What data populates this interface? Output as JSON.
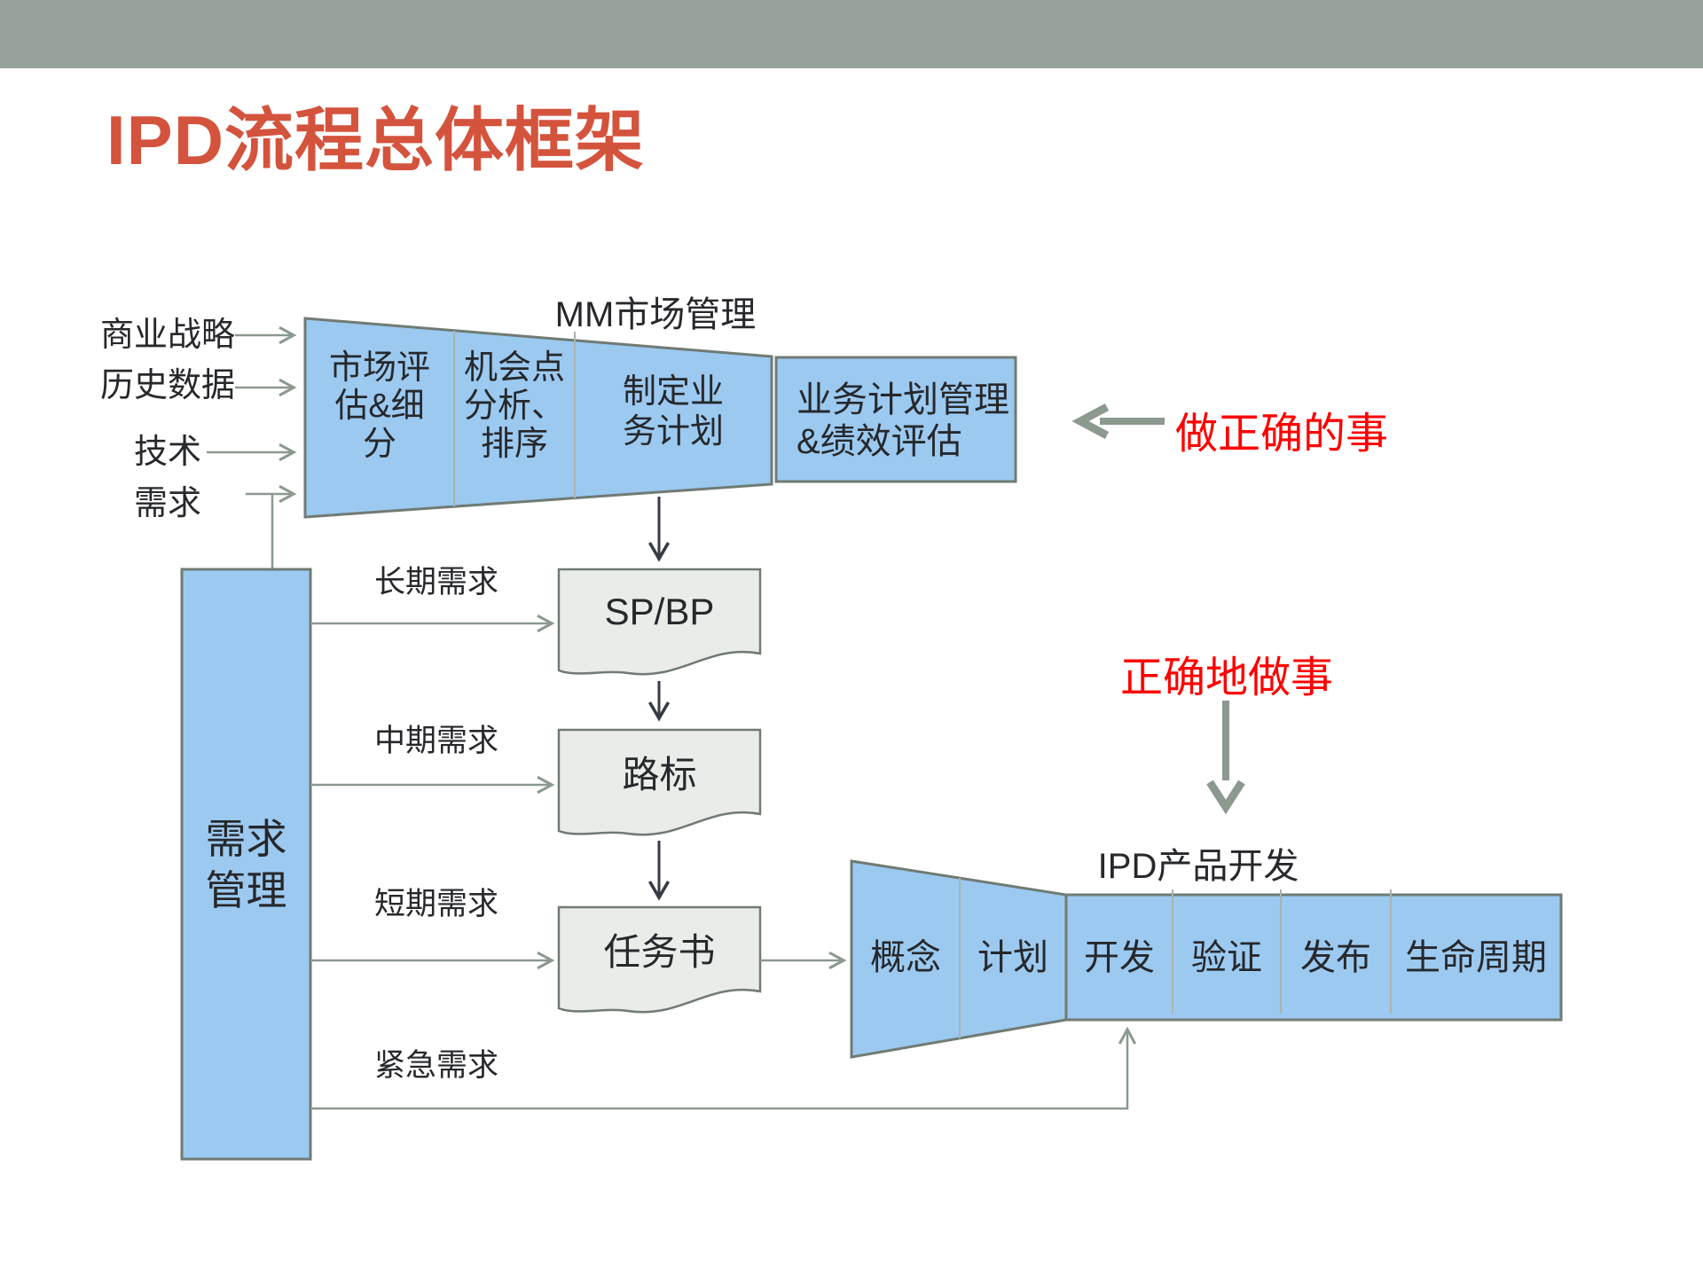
{
  "slide_title": "IPD流程总体框架",
  "colors": {
    "top_bar": "#96A39B",
    "title_text": "#D4533C",
    "shape_fill": "#9CC9F0",
    "shape_border": "#6F7B73",
    "doc_fill": "#EAECE9",
    "divider_line": "#A9B4AC",
    "connector_gray": "#8B998F",
    "arrow_dark": "#363B45",
    "label_text": "#26282B",
    "annotation_red": "#FF0000"
  },
  "inputs": [
    {
      "label": "商业战略"
    },
    {
      "label": "历史数据"
    },
    {
      "label": "技术"
    },
    {
      "label": "需求"
    }
  ],
  "market_management": {
    "title": "MM市场管理",
    "funnel_segments": [
      {
        "lines": [
          "市场评",
          "估&细",
          "分"
        ]
      },
      {
        "lines": [
          "机会点",
          "分析、",
          "排序"
        ]
      },
      {
        "lines": [
          "制定业",
          "务计划"
        ]
      }
    ],
    "plan_box_lines": [
      "业务计划管理",
      "&绩效评估"
    ]
  },
  "documents": [
    {
      "label": "SP/BP"
    },
    {
      "label": "路标"
    },
    {
      "label": "任务书"
    }
  ],
  "demand_management": {
    "lines": [
      "需求",
      "管理"
    ]
  },
  "demand_flows": [
    {
      "label": "长期需求"
    },
    {
      "label": "中期需求"
    },
    {
      "label": "短期需求"
    },
    {
      "label": "紧急需求"
    }
  ],
  "product_development": {
    "title": "IPD产品开发",
    "stages": [
      "概念",
      "计划",
      "开发",
      "验证",
      "发布",
      "生命周期"
    ]
  },
  "annotations": {
    "do_right_things": "做正确的事",
    "do_things_right": "正确地做事"
  }
}
